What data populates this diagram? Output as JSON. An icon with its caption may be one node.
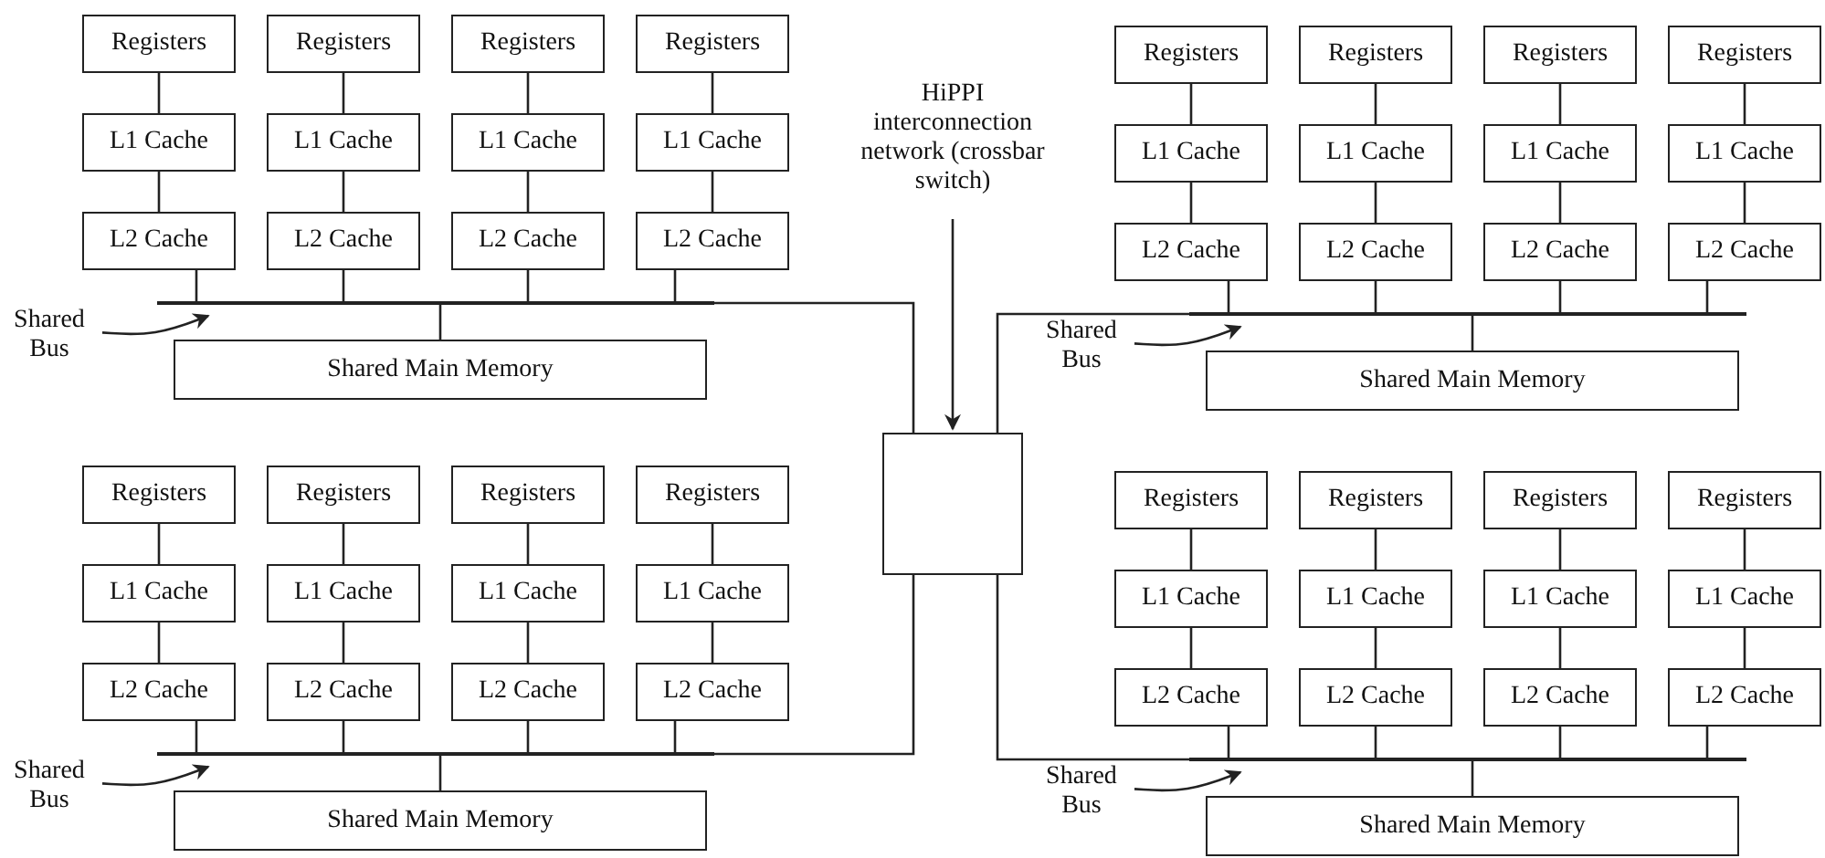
{
  "diagram": {
    "nodes": [
      {
        "text": [
          "Registers"
        ]
      },
      {
        "text": [
          "Registers"
        ]
      },
      {
        "text": [
          "Registers"
        ]
      },
      {
        "text": [
          "Registers"
        ]
      },
      {
        "text": [
          "L1 Cache"
        ]
      },
      {
        "text": [
          "L1 Cache"
        ]
      },
      {
        "text": [
          "L1 Cache"
        ]
      },
      {
        "text": [
          "L1 Cache"
        ]
      },
      {
        "text": [
          "L2 Cache"
        ]
      },
      {
        "text": [
          "L2 Cache"
        ]
      },
      {
        "text": [
          "L2 Cache"
        ]
      },
      {
        "text": [
          "L2 Cache"
        ]
      },
      {
        "text": [],
        "shape": "bar"
      },
      {
        "text": [
          "Shared Bus"
        ]
      },
      {
        "text": [
          "Shared Main Memory"
        ]
      },
      {
        "text": [
          "Registers"
        ]
      },
      {
        "text": [
          "Registers"
        ]
      },
      {
        "text": [
          "Registers"
        ]
      },
      {
        "text": [
          "Registers"
        ]
      },
      {
        "text": [
          "L1 Cache"
        ]
      },
      {
        "text": [
          "L1 Cache"
        ]
      },
      {
        "text": [
          "L1 Cache"
        ]
      },
      {
        "text": [
          "L1 Cache"
        ]
      },
      {
        "text": [
          "L2 Cache"
        ]
      },
      {
        "text": [
          "L2 Cache"
        ]
      },
      {
        "text": [
          "L2 Cache"
        ]
      },
      {
        "text": [
          "L2 Cache"
        ]
      },
      {
        "text": [],
        "shape": "bar"
      },
      {
        "text": [
          "Shared Bus"
        ]
      },
      {
        "text": [
          "Shared Main Memory"
        ]
      },
      {
        "text": [
          "Registers"
        ]
      },
      {
        "text": [
          "Registers"
        ]
      },
      {
        "text": [
          "Registers"
        ]
      },
      {
        "text": [
          "Registers"
        ]
      },
      {
        "text": [
          "L1 Cache"
        ]
      },
      {
        "text": [
          "L1 Cache"
        ]
      },
      {
        "text": [
          "L1 Cache"
        ]
      },
      {
        "text": [
          "L1 Cache"
        ]
      },
      {
        "text": [
          "L2 Cache"
        ]
      },
      {
        "text": [
          "L2 Cache"
        ]
      },
      {
        "text": [
          "L2 Cache"
        ]
      },
      {
        "text": [
          "L2 Cache"
        ]
      },
      {
        "text": [],
        "shape": "bar"
      },
      {
        "text": [
          "Shared Bus"
        ]
      },
      {
        "text": [
          "Shared Main Memory"
        ]
      },
      {
        "text": [
          "Registers"
        ]
      },
      {
        "text": [
          "Registers"
        ]
      },
      {
        "text": [
          "Registers"
        ]
      },
      {
        "text": [
          "Registers"
        ]
      },
      {
        "text": [
          "L1 Cache"
        ]
      },
      {
        "text": [
          "L1 Cache"
        ]
      },
      {
        "text": [
          "L1 Cache"
        ]
      },
      {
        "text": [
          "L1 Cache"
        ]
      },
      {
        "text": [
          "L2 Cache"
        ]
      },
      {
        "text": [
          "L2 Cache"
        ]
      },
      {
        "text": [
          "L2 Cache"
        ]
      },
      {
        "text": [
          "L2 Cache"
        ]
      },
      {
        "text": [],
        "shape": "bar"
      },
      {
        "text": [
          "Shared Bus"
        ]
      },
      {
        "text": [
          "Shared Main Memory"
        ]
      },
      {
        "text": [],
        "shape": "box"
      },
      {
        "text": [
          "HiPPI interconnection network (crossbar switch)"
        ]
      }
    ],
    "edges": [
      {
        "from": 0,
        "to": 4,
        "arrow": "none"
      },
      {
        "from": 1,
        "to": 5,
        "arrow": "none"
      },
      {
        "from": 2,
        "to": 6,
        "arrow": "none"
      },
      {
        "from": 3,
        "to": 7,
        "arrow": "none"
      },
      {
        "from": 4,
        "to": 8,
        "arrow": "none"
      },
      {
        "from": 5,
        "to": 9,
        "arrow": "none"
      },
      {
        "from": 6,
        "to": 10,
        "arrow": "none"
      },
      {
        "from": 7,
        "to": 11,
        "arrow": "none"
      },
      {
        "from": 8,
        "to": 12,
        "arrow": "none"
      },
      {
        "from": 9,
        "to": 12,
        "arrow": "none"
      },
      {
        "from": 10,
        "to": 12,
        "arrow": "none"
      },
      {
        "from": 11,
        "to": 12,
        "arrow": "none"
      },
      {
        "from": 12,
        "to": 14,
        "arrow": "none"
      },
      {
        "from": 13,
        "to": 12,
        "arrow": "to"
      },
      {
        "from": 12,
        "to": 60,
        "arrow": "none"
      },
      {
        "from": 15,
        "to": 19,
        "arrow": "none"
      },
      {
        "from": 16,
        "to": 20,
        "arrow": "none"
      },
      {
        "from": 17,
        "to": 21,
        "arrow": "none"
      },
      {
        "from": 18,
        "to": 22,
        "arrow": "none"
      },
      {
        "from": 19,
        "to": 23,
        "arrow": "none"
      },
      {
        "from": 20,
        "to": 24,
        "arrow": "none"
      },
      {
        "from": 21,
        "to": 25,
        "arrow": "none"
      },
      {
        "from": 22,
        "to": 26,
        "arrow": "none"
      },
      {
        "from": 23,
        "to": 27,
        "arrow": "none"
      },
      {
        "from": 24,
        "to": 27,
        "arrow": "none"
      },
      {
        "from": 25,
        "to": 27,
        "arrow": "none"
      },
      {
        "from": 26,
        "to": 27,
        "arrow": "none"
      },
      {
        "from": 27,
        "to": 29,
        "arrow": "none"
      },
      {
        "from": 28,
        "to": 27,
        "arrow": "to"
      },
      {
        "from": 27,
        "to": 60,
        "arrow": "none"
      },
      {
        "from": 30,
        "to": 34,
        "arrow": "none"
      },
      {
        "from": 31,
        "to": 35,
        "arrow": "none"
      },
      {
        "from": 32,
        "to": 36,
        "arrow": "none"
      },
      {
        "from": 33,
        "to": 37,
        "arrow": "none"
      },
      {
        "from": 34,
        "to": 38,
        "arrow": "none"
      },
      {
        "from": 35,
        "to": 39,
        "arrow": "none"
      },
      {
        "from": 36,
        "to": 40,
        "arrow": "none"
      },
      {
        "from": 37,
        "to": 41,
        "arrow": "none"
      },
      {
        "from": 38,
        "to": 42,
        "arrow": "none"
      },
      {
        "from": 39,
        "to": 42,
        "arrow": "none"
      },
      {
        "from": 40,
        "to": 42,
        "arrow": "none"
      },
      {
        "from": 41,
        "to": 42,
        "arrow": "none"
      },
      {
        "from": 42,
        "to": 44,
        "arrow": "none"
      },
      {
        "from": 43,
        "to": 42,
        "arrow": "to"
      },
      {
        "from": 42,
        "to": 60,
        "arrow": "none"
      },
      {
        "from": 45,
        "to": 49,
        "arrow": "none"
      },
      {
        "from": 46,
        "to": 50,
        "arrow": "none"
      },
      {
        "from": 47,
        "to": 51,
        "arrow": "none"
      },
      {
        "from": 48,
        "to": 52,
        "arrow": "none"
      },
      {
        "from": 49,
        "to": 53,
        "arrow": "none"
      },
      {
        "from": 50,
        "to": 54,
        "arrow": "none"
      },
      {
        "from": 51,
        "to": 55,
        "arrow": "none"
      },
      {
        "from": 52,
        "to": 56,
        "arrow": "none"
      },
      {
        "from": 53,
        "to": 57,
        "arrow": "none"
      },
      {
        "from": 54,
        "to": 57,
        "arrow": "none"
      },
      {
        "from": 55,
        "to": 57,
        "arrow": "none"
      },
      {
        "from": 56,
        "to": 57,
        "arrow": "none"
      },
      {
        "from": 57,
        "to": 59,
        "arrow": "none"
      },
      {
        "from": 58,
        "to": 57,
        "arrow": "to"
      },
      {
        "from": 57,
        "to": 60,
        "arrow": "none"
      },
      {
        "from": 61,
        "to": 60,
        "arrow": "to"
      }
    ]
  }
}
